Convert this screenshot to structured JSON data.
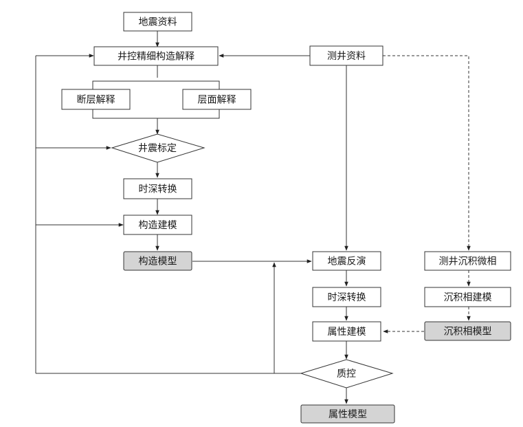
{
  "nodes": {
    "seismic_data": "地震资料",
    "well_control_interp": "井控精细构造解释",
    "well_log_data": "测井资料",
    "fault_interp": "断层解释",
    "horizon_interp": "层面解释",
    "well_seismic_calib": "井震标定",
    "time_depth_conv_1": "时深转换",
    "structural_modeling": "构造建模",
    "structural_model": "构造模型",
    "seismic_inversion": "地震反演",
    "well_log_sed_facies": "测井沉积微相",
    "time_depth_conv_2": "时深转换",
    "sed_facies_modeling": "沉积相建模",
    "property_modeling": "属性建模",
    "sed_facies_model": "沉积相模型",
    "quality_control": "质控",
    "property_model": "属性模型"
  },
  "colors": {
    "line": "#333333",
    "box_fill": "#ffffff",
    "model_fill": "#d4d4d4"
  }
}
